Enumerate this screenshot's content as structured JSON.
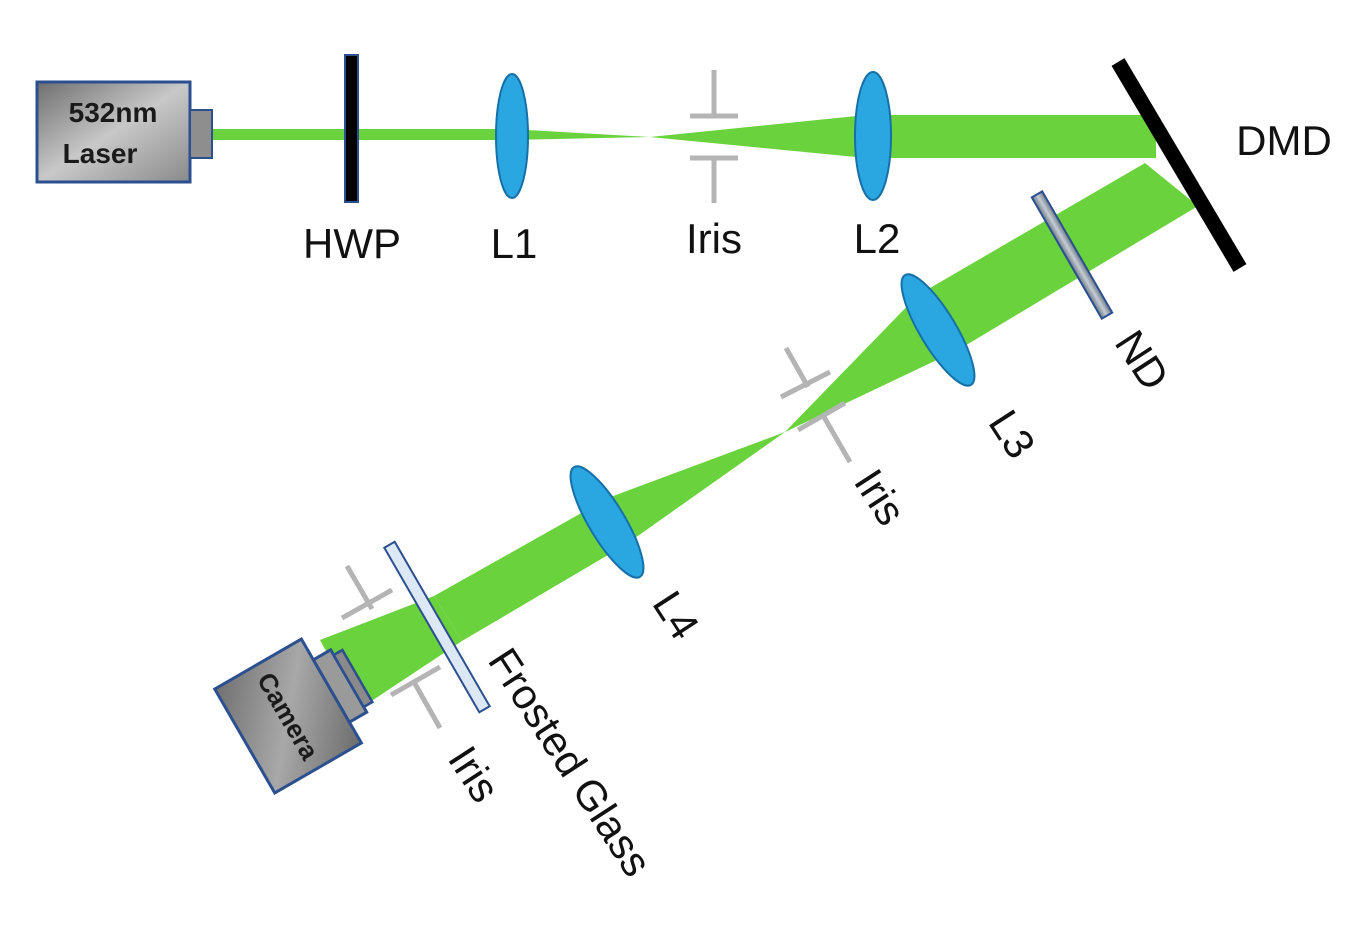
{
  "colors": {
    "beam": "#6ad23c",
    "lens": "#2aa6e0",
    "lens_edge": "#1670a8",
    "iris": "#b4b4b4",
    "mirror": "#000000",
    "nd_filter": "#8a949e",
    "frosted_glass": "#dde8f6",
    "housing_edge": "#2b4f8f",
    "housing_fill": "#8e8e8e"
  },
  "laser": {
    "line1": "532nm",
    "line2": "Laser"
  },
  "camera": {
    "label": "Camera"
  },
  "labels": {
    "hwp": "HWP",
    "l1": "L1",
    "iris1": "Iris",
    "l2": "L2",
    "dmd": "DMD",
    "nd": "ND",
    "l3": "L3",
    "iris2": "Iris",
    "l4": "L4",
    "frosted_glass": "Frosted Glass",
    "iris3": "Iris"
  }
}
